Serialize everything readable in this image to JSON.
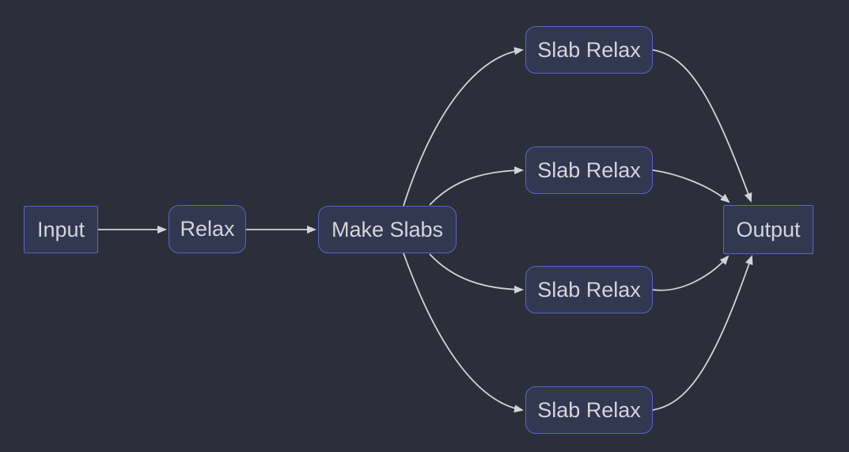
{
  "diagram": {
    "type": "flowchart",
    "direction": "left-to-right",
    "nodes": {
      "input": {
        "label": "Input",
        "shape": "rectangle"
      },
      "relax": {
        "label": "Relax",
        "shape": "rounded"
      },
      "make_slabs": {
        "label": "Make Slabs",
        "shape": "rounded"
      },
      "slab_relax_1": {
        "label": "Slab Relax",
        "shape": "rounded"
      },
      "slab_relax_2": {
        "label": "Slab Relax",
        "shape": "rounded"
      },
      "slab_relax_3": {
        "label": "Slab Relax",
        "shape": "rounded"
      },
      "slab_relax_4": {
        "label": "Slab Relax",
        "shape": "rounded"
      },
      "output": {
        "label": "Output",
        "shape": "rectangle"
      }
    },
    "edges": [
      {
        "from": "input",
        "to": "relax"
      },
      {
        "from": "relax",
        "to": "make_slabs"
      },
      {
        "from": "make_slabs",
        "to": "slab_relax_1"
      },
      {
        "from": "make_slabs",
        "to": "slab_relax_2"
      },
      {
        "from": "make_slabs",
        "to": "slab_relax_3"
      },
      {
        "from": "make_slabs",
        "to": "slab_relax_4"
      },
      {
        "from": "slab_relax_1",
        "to": "output"
      },
      {
        "from": "slab_relax_2",
        "to": "output"
      },
      {
        "from": "slab_relax_3",
        "to": "output"
      },
      {
        "from": "slab_relax_4",
        "to": "output"
      }
    ],
    "colors": {
      "background": "#2c2f39",
      "node_fill": "#323850",
      "node_border": "#5a63cd",
      "node_text": "#d3d5db",
      "edge": "#d2d3d8"
    }
  }
}
